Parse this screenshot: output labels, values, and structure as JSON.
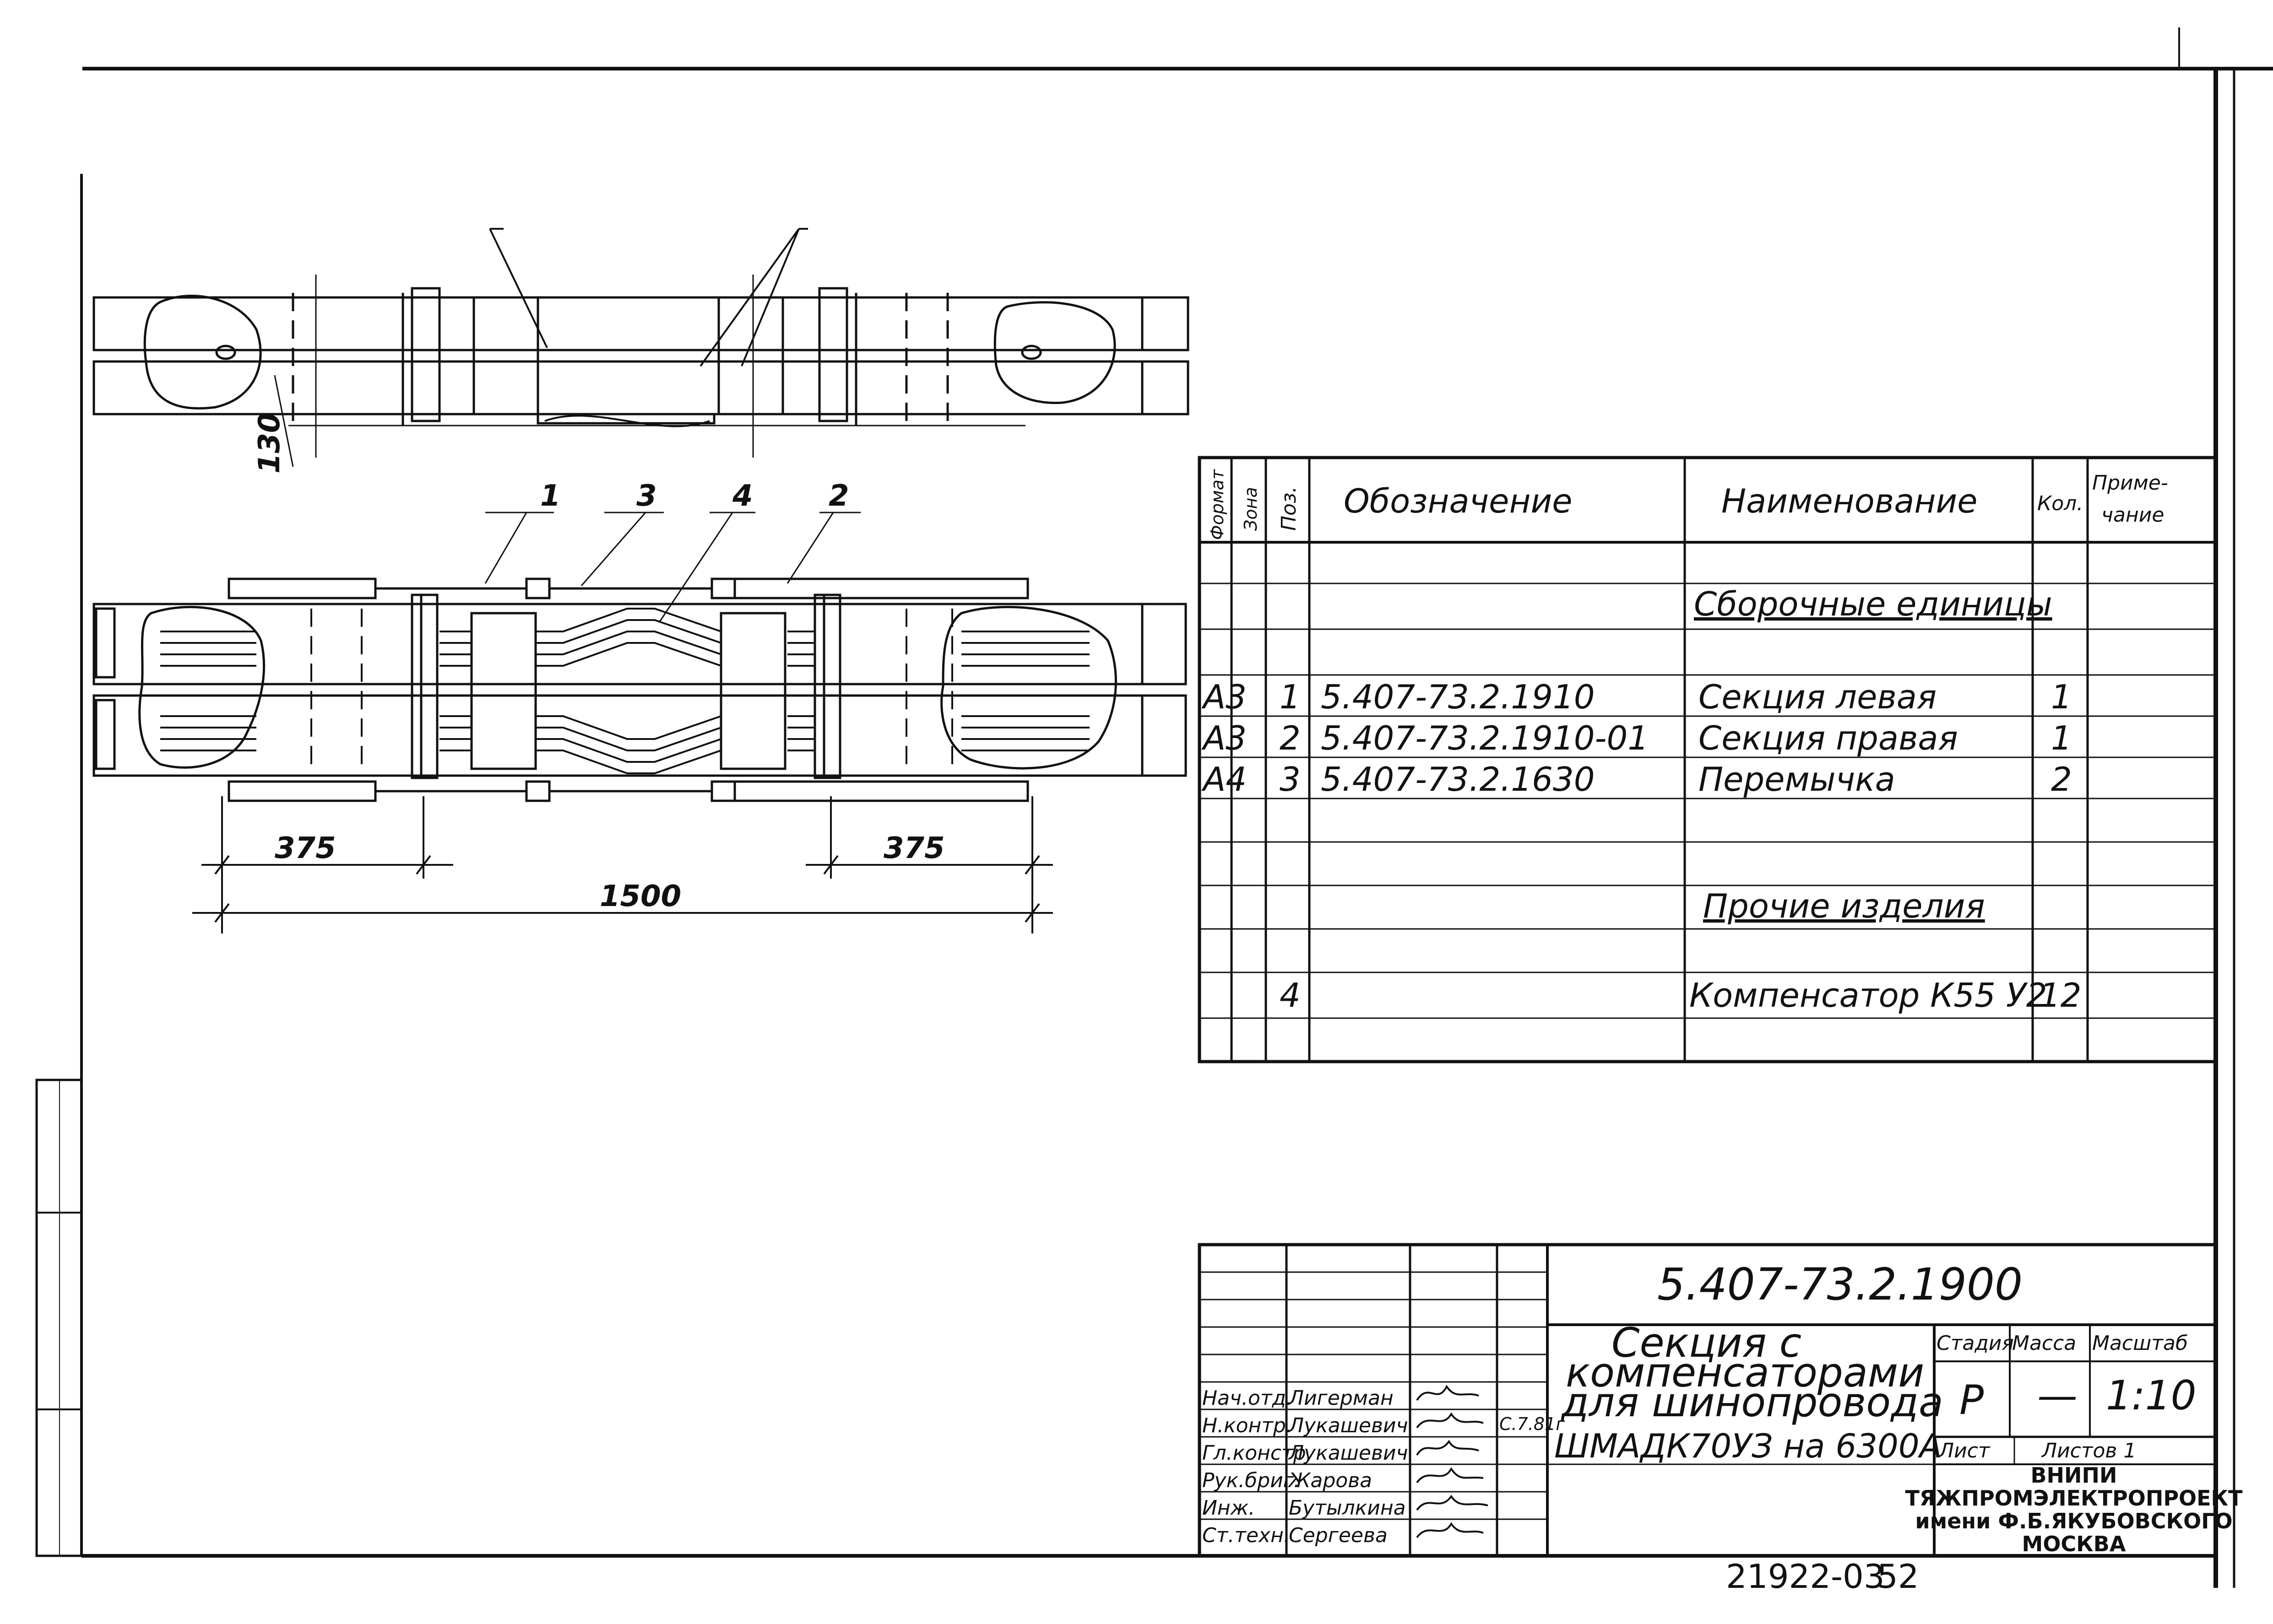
{
  "drawing": {
    "top_view_dim": "130",
    "callouts": [
      "1",
      "3",
      "4",
      "2"
    ],
    "dims": {
      "left": "375",
      "right": "375",
      "overall": "1500"
    }
  },
  "spec_table": {
    "headers": {
      "format": "Формат",
      "zone": "Зона",
      "pos": "Поз.",
      "designation": "Обозначение",
      "name": "Наименование",
      "qty": "Кол.",
      "note_line1": "Приме-",
      "note_line2": "чание"
    },
    "section_assembly": "Сборочные единицы",
    "rows": [
      {
        "format": "А3",
        "pos": "1",
        "designation": "5.407-73.2.1910",
        "name": "Секция  левая",
        "qty": "1"
      },
      {
        "format": "А3",
        "pos": "2",
        "designation": "5.407-73.2.1910-01",
        "name": "Секция  правая",
        "qty": "1"
      },
      {
        "format": "А4",
        "pos": "3",
        "designation": "5.407-73.2.1630",
        "name": "Перемычка",
        "qty": "2"
      }
    ],
    "section_other": "Прочие изделия",
    "other_rows": [
      {
        "pos": "4",
        "name": "Компенсатор К55 У2",
        "qty": "12"
      }
    ]
  },
  "title_block": {
    "document_code": "5.407-73.2.1900",
    "title_lines": [
      "Секция  с",
      "компенсаторами",
      "для шинопровода",
      "ШМАДК70УЗ на 6300А"
    ],
    "stage_label": "Стадия",
    "mass_label": "Масса",
    "scale_label": "Масштаб",
    "stage": "Р",
    "mass": "—",
    "scale": "1:10",
    "sheet_label": "Лист",
    "sheets_label": "Листов 1",
    "org_lines": [
      "ВНИПИ",
      "ТЯЖПРОМЭЛЕКТРОПРОЕКТ",
      "имени Ф.Б.ЯКУБОВСКОГО",
      "МОСКВА"
    ],
    "signatures": [
      {
        "role": "Нач.отд.",
        "name": "Лигерман"
      },
      {
        "role": "Н.контр.",
        "name": "Лукашевич"
      },
      {
        "role": "Гл.констр.",
        "name": "Лукашевич"
      },
      {
        "role": "Рук.бриг.",
        "name": "Жарова"
      },
      {
        "role": "Инж.",
        "name": "Бутылкина"
      },
      {
        "role": "Ст.техн.",
        "name": "Сергеева"
      }
    ],
    "date_note": "С.7.81г"
  },
  "footer": {
    "inventory": "21922-03",
    "page": "52"
  }
}
